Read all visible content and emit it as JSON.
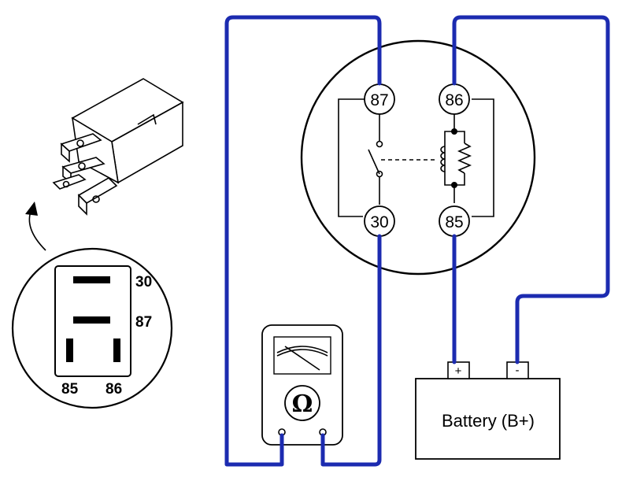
{
  "relay_terminals": [
    "87",
    "86",
    "30",
    "85"
  ],
  "pinout": {
    "labels": [
      "30",
      "87",
      "85",
      "86"
    ]
  },
  "meter": {
    "symbol": "Ω"
  },
  "battery": {
    "label": "Battery (B+)",
    "positive": "+",
    "negative": "-"
  },
  "colors": {
    "wire": "#1c2bb0",
    "line": "#000000"
  }
}
